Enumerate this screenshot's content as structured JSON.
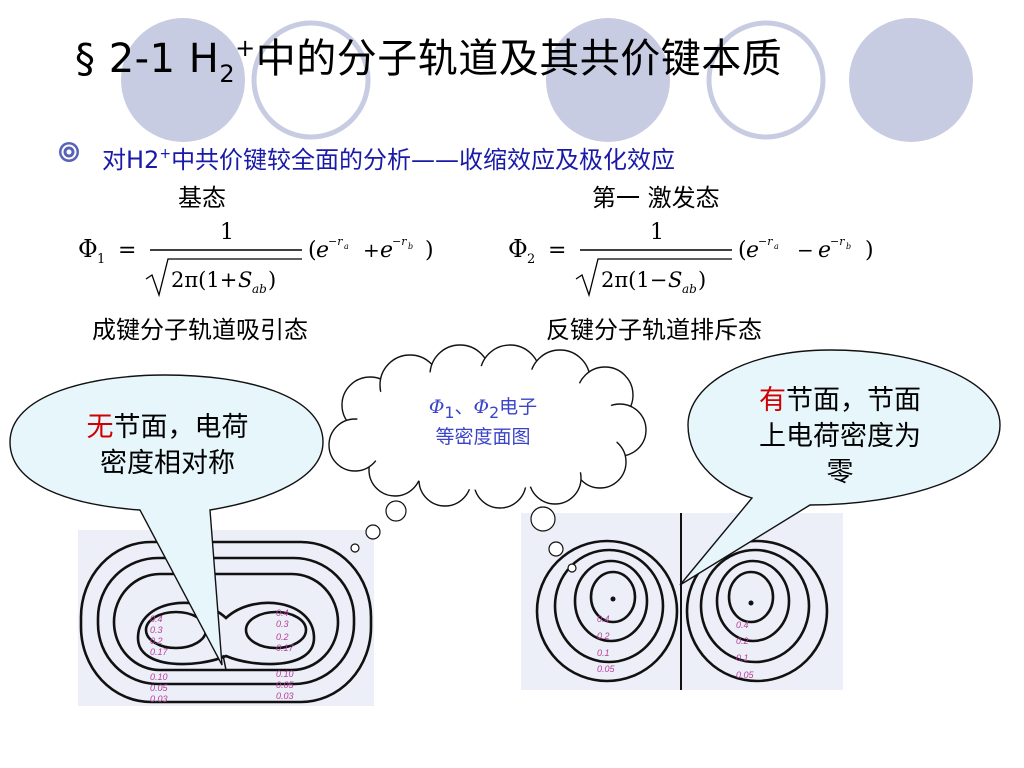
{
  "title": {
    "prefix": "§ 2-1 H",
    "sub": "2",
    "sup": "+",
    "rest": "中的分子轨道及其共价键本质"
  },
  "bullet": {
    "text_a": "对H2",
    "sup": "+",
    "text_b": "中共价键较全面的分析——收缩效应及极化效应"
  },
  "ground_state_label": "基态",
  "excited_state_label": "第一 激发态",
  "formula1": {
    "lhs": "Φ",
    "lhs_sub": "1",
    "eq": "=",
    "numerator": "1",
    "den_a": "2π(1+",
    "den_S": "S",
    "den_sub": "ab",
    "den_close": ")",
    "paren_open": "(",
    "e": "e",
    "exp_a": "−r",
    "exp_a_sub": "a",
    "op": "+",
    "exp_b": "−r",
    "exp_b_sub": "b",
    "paren_close": ")"
  },
  "formula2": {
    "lhs": "Φ",
    "lhs_sub": "2",
    "eq": "=",
    "numerator": "1",
    "den_a": "2π(1−",
    "den_S": "S",
    "den_sub": "ab",
    "den_close": ")",
    "paren_open": "(",
    "e": "e",
    "exp_a": "−r",
    "exp_a_sub": "a",
    "op": "−",
    "exp_b": "−r",
    "exp_b_sub": "b",
    "paren_close": ")"
  },
  "bonding_label": "成键分子轨道吸引态",
  "antibonding_label": "反键分子轨道排斥态",
  "left_callout": {
    "red": "无",
    "line1_rest": "节面，电荷",
    "line2": "密度相对称"
  },
  "right_callout": {
    "red": "有",
    "line1_rest": "节面，节面",
    "line2": "上电荷密度为",
    "line3": "零"
  },
  "cloud": {
    "phi1": "Φ",
    "phi1_sub": "1",
    "sep": "、",
    "phi2": "Φ",
    "phi2_sub": "2",
    "rest1": "电子",
    "line2": "等密度面图"
  },
  "left_plot_labels_left": [
    "0.4",
    "0.3",
    "0.2",
    "0.17",
    "0.10",
    "0.05",
    "0.03"
  ],
  "left_plot_labels_right": [
    "0.4",
    "0.3",
    "0.2",
    "0.17",
    "0.10",
    "0.05",
    "0.03"
  ],
  "right_plot_labels_left": [
    "0.4",
    "0.2",
    "0.1",
    "0.05"
  ],
  "right_plot_labels_right": [
    "0.4",
    "0.2",
    "0.1",
    "0.05"
  ],
  "colors": {
    "title": "#000000",
    "bullet_text": "#1a1aa8",
    "deco_circle": "#c8cce2",
    "callout_fill": "#e6f6fb",
    "emphasis_red": "#d00000",
    "cloud_text": "#3a44c8",
    "contour_label": "#b8409a",
    "plot_bg": "#eceef8"
  }
}
